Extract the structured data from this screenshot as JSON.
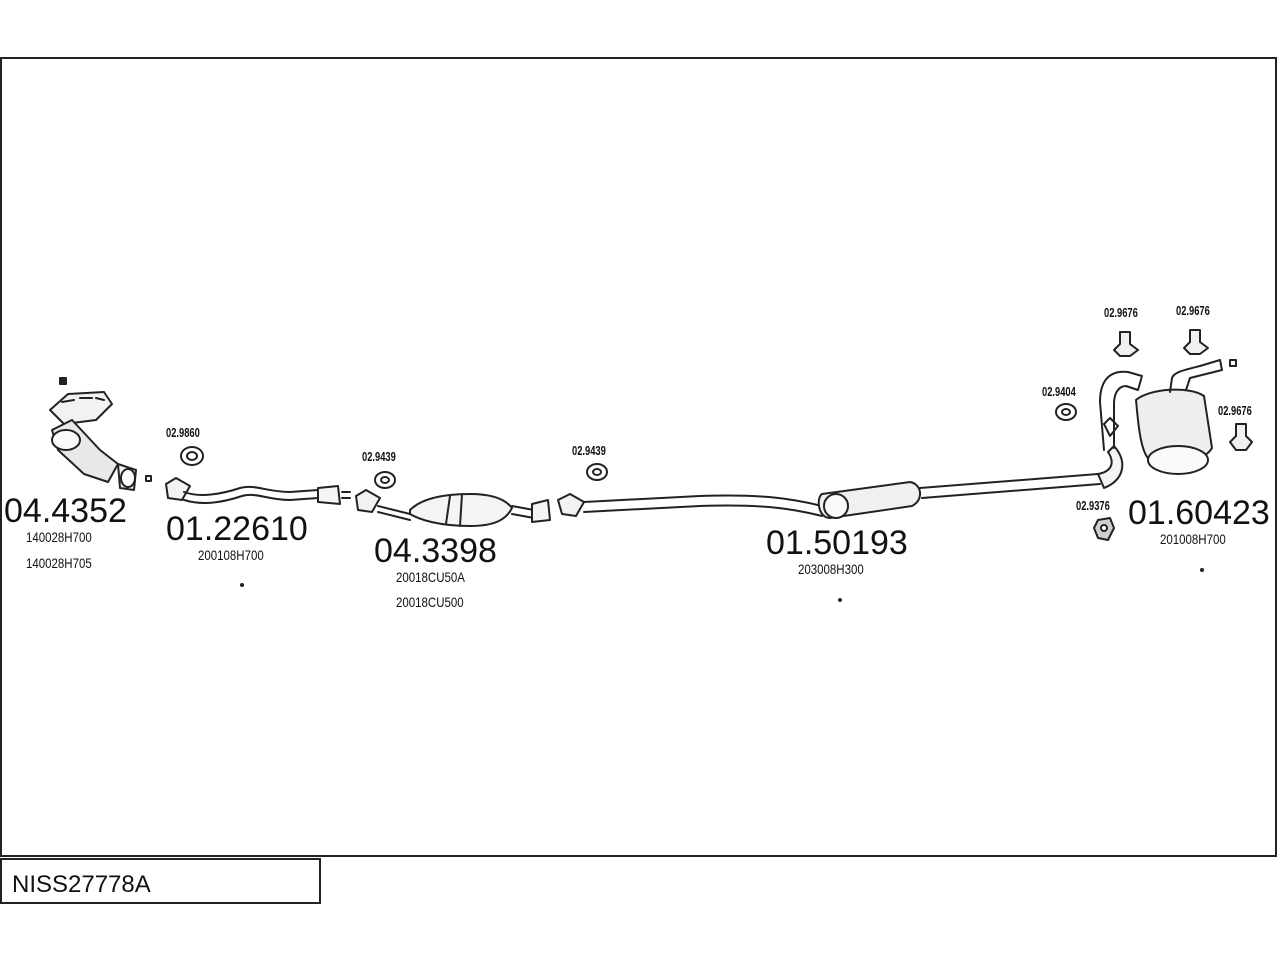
{
  "parts": {
    "p1": {
      "number": "04.4352",
      "refs": [
        "140028H700",
        "140028H705"
      ]
    },
    "p2": {
      "number": "01.22610",
      "refs": [
        "200108H700"
      ]
    },
    "p3": {
      "number": "04.3398",
      "refs": [
        "20018CU50A",
        "20018CU500"
      ]
    },
    "p4": {
      "number": "01.50193",
      "refs": [
        "203008H300"
      ]
    },
    "p5": {
      "number": "01.60423",
      "refs": [
        "201008H700"
      ]
    }
  },
  "fittings": {
    "f1": "02.9860",
    "f2": "02.9439",
    "f3": "02.9439",
    "f4": "02.9404",
    "f5": "02.9676",
    "f6": "02.9676",
    "f7": "02.9676",
    "f8": "02.9376"
  },
  "diagram_code": "NISS27778A"
}
